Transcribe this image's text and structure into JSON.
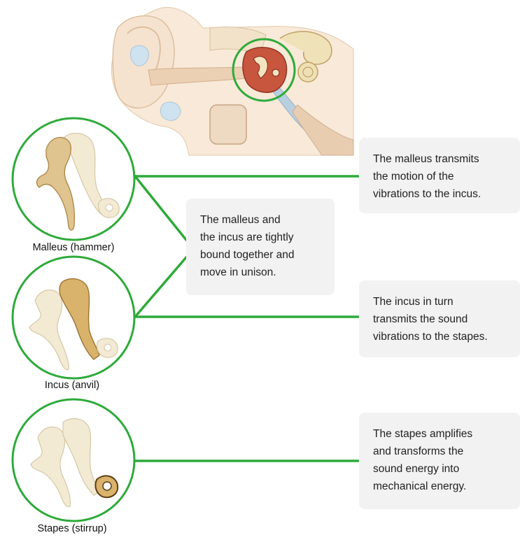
{
  "ossicles": [
    {
      "id": "malleus",
      "label": "Malleus (hammer)"
    },
    {
      "id": "incus",
      "label": "Incus (anvil)"
    },
    {
      "id": "stapes",
      "label": "Stapes (stirrup)"
    }
  ],
  "callouts": {
    "malleus": "The malleus transmits\nthe motion of the\nvibrations to the incus.",
    "bound": "The malleus and\nthe incus are tightly\nbound together and\nmove in unison.",
    "incus": "The incus in turn\ntransmits the sound\nvibrations to the stapes.",
    "stapes": "The stapes amplifies\nand transforms the\nsound energy into\nmechanical energy."
  },
  "colors": {
    "connector": "#2eaa3a",
    "bone_fill": "#f3ead4",
    "bone_highlight": "#e0c48f",
    "bone_highlight_dark": "#cfa35a",
    "stapes_highlight": "#b8862f",
    "ear_skin": "#f6e3cf",
    "ear_canal": "#e6c9ad",
    "cartilage": "#cfe2ef",
    "middle_ear": "#c8553d",
    "inner_ear": "#ead7a6",
    "callout_bg": "#f2f2f2"
  }
}
